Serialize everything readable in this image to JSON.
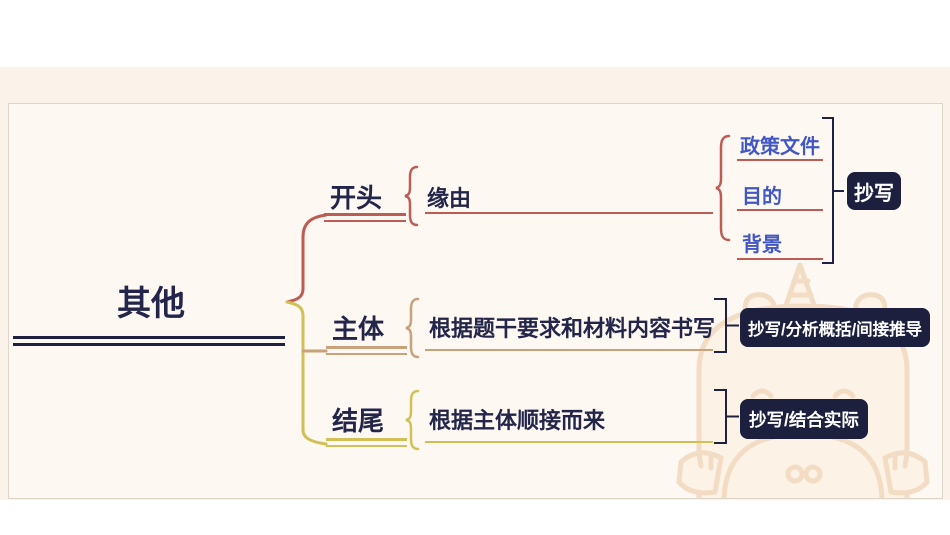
{
  "root": {
    "label": "其他"
  },
  "branches": [
    {
      "label": "开头",
      "color": "#bd5c54",
      "child": {
        "label": "缘由"
      },
      "children": [
        {
          "label": "政策文件"
        },
        {
          "label": "目的"
        },
        {
          "label": "背景"
        }
      ],
      "summary_badge": {
        "label": "抄写"
      }
    },
    {
      "label": "主体",
      "color": "#c9a17b",
      "child": {
        "label": "根据题干要求和材料内容书写"
      },
      "summary_badge": {
        "label": "抄写/分析概括/间接推导"
      }
    },
    {
      "label": "结尾",
      "color": "#d2c057",
      "child": {
        "label": "根据主体顺接而来"
      },
      "summary_badge": {
        "label": "抄写/结合实际"
      }
    }
  ],
  "colors": {
    "topic-text": "#23254a",
    "navy": "#1e2142",
    "branch-red": "#bd5c54",
    "branch-tan": "#c9a17b",
    "branch-yellow": "#d2c057",
    "subitem-blue": "#4257c6",
    "badge-bg": "#1c1f3d",
    "badge-text": "#ffffff",
    "band-bg": "#fbf3e9",
    "panel-bg": "#fdf8f1",
    "panel-border": "#ddd6c8",
    "mascot-line": "#f3dcc4",
    "mascot-fill": "#fdf2e6"
  }
}
